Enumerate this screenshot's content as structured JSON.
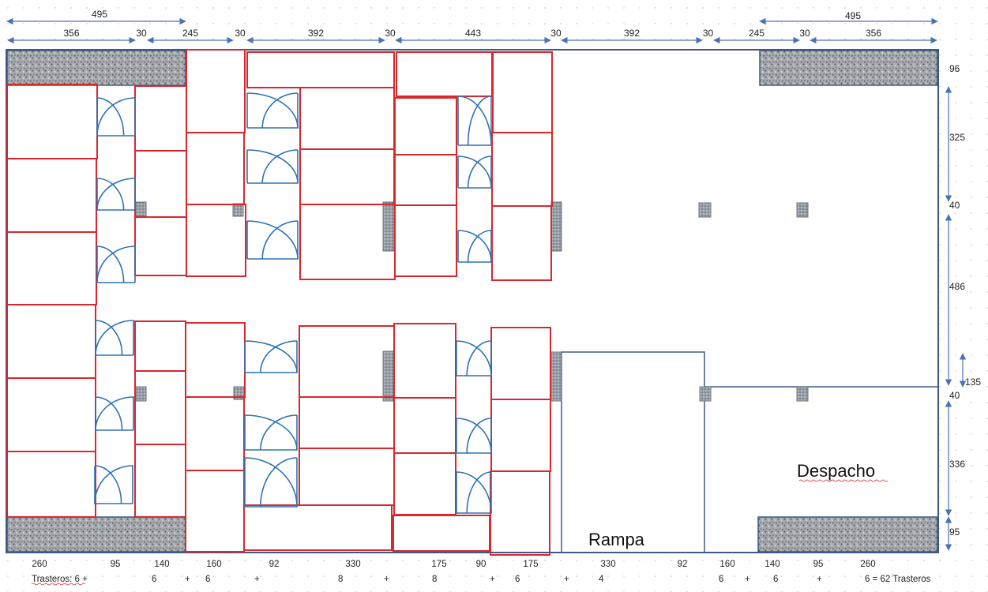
{
  "top_dimensions": {
    "row1_left": "495",
    "row1_right": "495",
    "row2": [
      "356",
      "30",
      "245",
      "30",
      "392",
      "30",
      "443",
      "30",
      "392",
      "30",
      "245",
      "30",
      "356"
    ]
  },
  "right_dimensions": [
    "96",
    "325",
    "40",
    "486",
    "135",
    "40",
    "336",
    "95"
  ],
  "bottom_dimensions": [
    "260",
    "95",
    "140",
    "160",
    "92",
    "330",
    "175",
    "90",
    "175",
    "330",
    "92",
    "160",
    "140",
    "95",
    "260"
  ],
  "trasteros_row": {
    "label": "Trasteros: 6 +",
    "items": [
      "6",
      "+",
      "6",
      "+",
      "8",
      "+",
      "8",
      "+",
      "6",
      "+",
      "4",
      "6",
      "+",
      "6",
      "+",
      "6 =  62 Trasteros"
    ]
  },
  "labels": {
    "rampa": "Rampa",
    "despacho": "Despacho"
  },
  "colors": {
    "storage_wall": "#d9272e",
    "door": "#2f73b3",
    "outline": "#3c5a86",
    "pillar": "#8a8f99",
    "dim_arrow": "#4a72b8"
  }
}
